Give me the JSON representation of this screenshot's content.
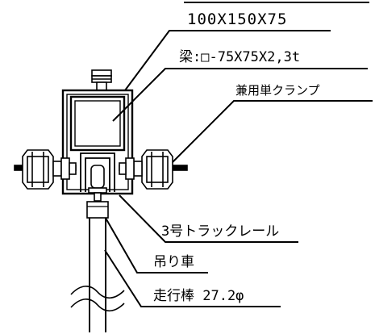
{
  "labels": {
    "dimension": "100X150X75",
    "beam": "梁:□-75X75X2,3t",
    "clamp": "兼用単クランプ",
    "track_rail": "3号トラックレール",
    "trolley": "吊り車",
    "rod": "走行棒 27.2φ"
  }
}
